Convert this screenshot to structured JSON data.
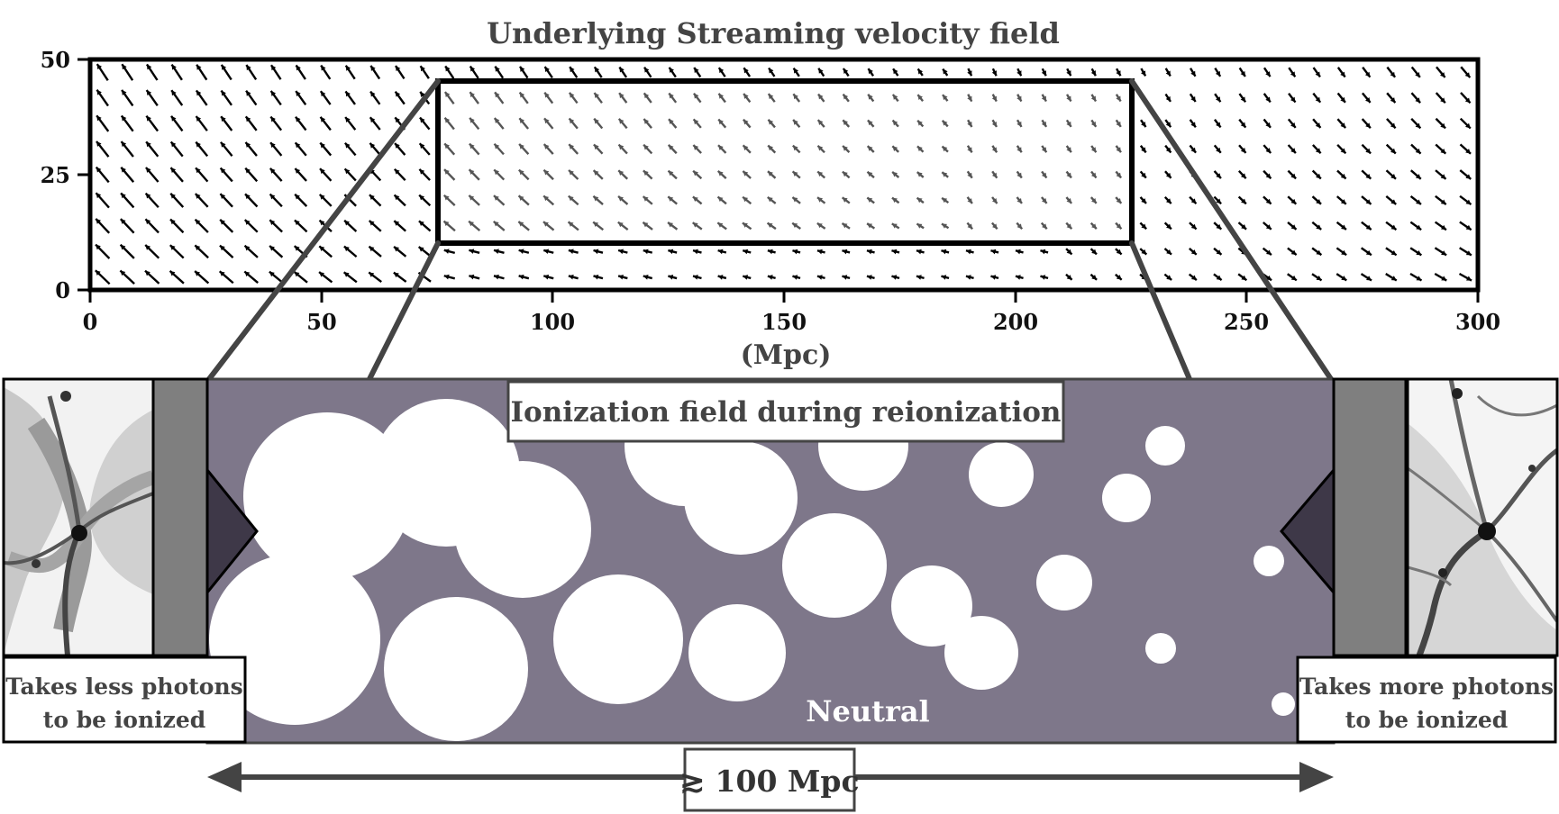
{
  "velocity_panel": {
    "title": "Underlying Streaming velocity field",
    "xlabel": "(Mpc)",
    "xlim": [
      0,
      300
    ],
    "ylim": [
      0,
      50
    ],
    "x_ticks": [
      "0",
      "50",
      "100",
      "150",
      "200",
      "250",
      "300"
    ],
    "y_ticks": [
      "0",
      "25",
      "50"
    ],
    "zoom_region": {
      "x": [
        75,
        225
      ],
      "y": [
        10,
        45
      ]
    }
  },
  "ionization_panel": {
    "title": "Ionization field during reionization",
    "neutral_label": "Neutral",
    "background_color": "#7e778a"
  },
  "left_inset": {
    "caption": "Takes less photons to be ionized",
    "caption_lines": [
      "Takes less photons",
      "to be ionized"
    ]
  },
  "right_inset": {
    "caption": "Takes more photons to be ionized",
    "caption_lines": [
      "Takes more photons",
      "to be ionized"
    ]
  },
  "scale_bar": {
    "label": "≳ 100 Mpc"
  },
  "colors": {
    "frame": "#000000",
    "connector": "#444444",
    "bubble": "#ffffff",
    "inset_shade": "#7f7f7f",
    "inset_dark": "#3e3848"
  }
}
